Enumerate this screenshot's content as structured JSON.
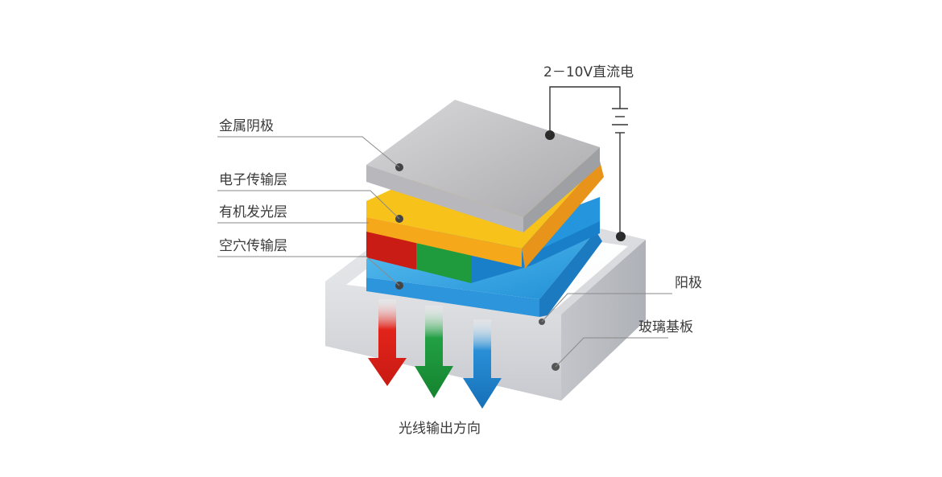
{
  "labels": {
    "power": "2－10V直流电",
    "cathode": "金属阴极",
    "etl": "电子传输层",
    "eml": "有机发光层",
    "htl": "空穴传输层",
    "anode": "阳极",
    "glass": "玻璃基板",
    "output": "光线输出方向"
  },
  "colors": {
    "cathode": "#c9c9cb",
    "etl": "#f7c21a",
    "eml_red": "#e0231c",
    "eml_green": "#1f9a3c",
    "eml_blue": "#1a7fc9",
    "htl": "#39a9e6",
    "glass": "#dcdde0",
    "arrow_red": "#e2241b",
    "arrow_green": "#1f9a3c",
    "arrow_blue": "#1b80c8",
    "leader": "#8a8a8a"
  }
}
